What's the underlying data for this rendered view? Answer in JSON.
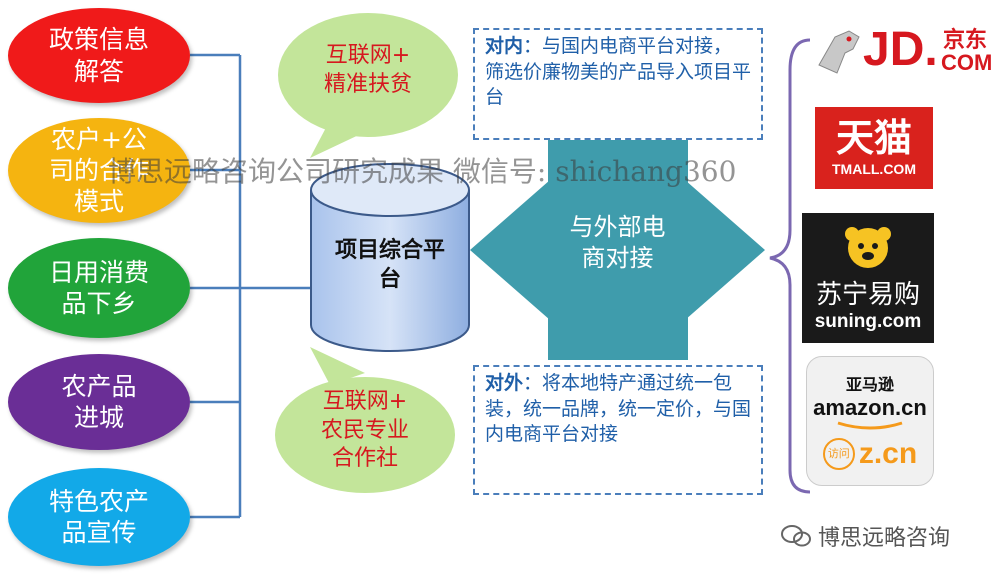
{
  "left_ovals": [
    {
      "label": "政策信息\n解答",
      "color": "#f01a1a"
    },
    {
      "label": "农户+公\n司的合作\n模式",
      "color": "#f5b410"
    },
    {
      "label": "日用消费\n品下乡",
      "color": "#21a43a"
    },
    {
      "label": "农产品\n进城",
      "color": "#6a2e96"
    },
    {
      "label": "特色农产\n品宣传",
      "color": "#12a9e8"
    }
  ],
  "top_bubble": "互联网+\n精准扶贫",
  "bottom_bubble": "互联网+\n农民专业\n合作社",
  "center": "项目综合平\n台",
  "arrow_label": "与外部电\n商对接",
  "box_top": {
    "title": "对内",
    "text": "：与国内电商平台对接，筛选价廉物美的产品导入项目平台"
  },
  "box_bottom": {
    "title": "对外",
    "text": "：将本地特产通过统一包装，统一品牌，统一定价，与国内电商平台对接"
  },
  "logos": {
    "jd": "JD.",
    "jd_cn": "京东",
    "jd_com": "COM",
    "tmall_cn": "天猫",
    "tmall_en": "TMALL.COM",
    "suning_cn": "苏宁易购",
    "suning_en": "suning.com",
    "amazon_cn_top": "亚马逊",
    "amazon_en": "amazon.cn",
    "amazon_badge": "访问",
    "amazon_zcn": "z.cn"
  },
  "watermark": "博思远略咨询公司研究成果 微信号: shichang360",
  "footer_brand": "博思远略咨询"
}
